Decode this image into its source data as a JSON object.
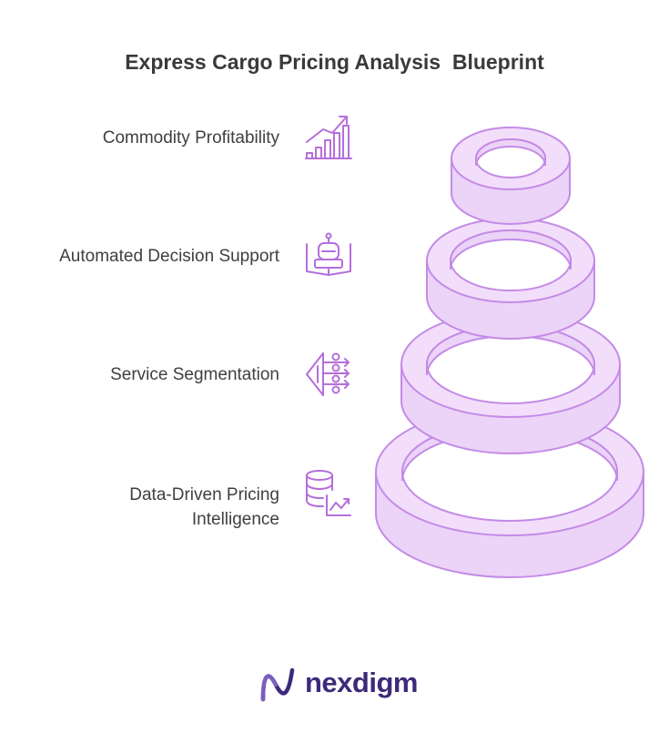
{
  "title": "Express Cargo Pricing Analysis  Blueprint",
  "layers": [
    {
      "label": "Commodity Profitability",
      "icon": "bar-chart-growth-icon"
    },
    {
      "label": "Automated Decision Support",
      "icon": "robot-book-icon"
    },
    {
      "label": "Service Segmentation",
      "icon": "segmentation-flow-icon"
    },
    {
      "label_line1": "Data-Driven Pricing",
      "label_line2": "Intelligence",
      "icon": "database-chart-icon"
    }
  ],
  "brand": {
    "name": "nexdigm",
    "logo_icon": "nexdigm-logo-icon"
  },
  "colors": {
    "ring_fill": "#f2defb",
    "ring_side": "#ead0f7",
    "ring_stroke": "#c48be6",
    "icon_stroke": "#b56edb",
    "text": "#3f3f3f",
    "brand": "#3d2a7a"
  }
}
